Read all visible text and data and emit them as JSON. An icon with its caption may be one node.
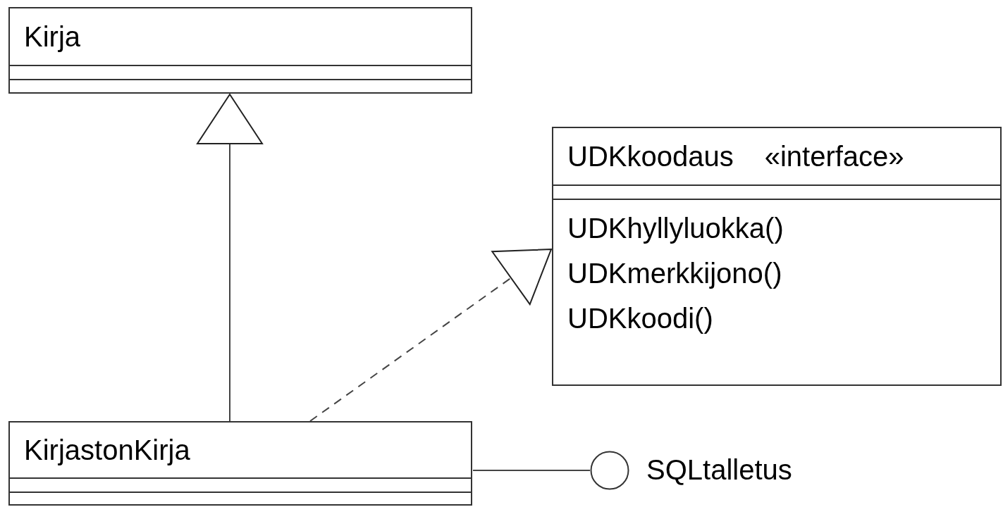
{
  "diagram": {
    "nodes": [
      {
        "text": [
          "Kirja"
        ]
      },
      {
        "text": [
          "UDKkoodaus",
          "«interface»",
          "UDKhyllyluokka()",
          "UDKmerkkijono()",
          "UDKkoodi()"
        ]
      },
      {
        "text": [
          "KirjastonKirja"
        ]
      },
      {
        "text": [],
        "shape": "circle",
        "beside": [
          "SQLtalletus"
        ]
      }
    ],
    "edges": [
      {
        "from": 2,
        "to": 0,
        "arrow": "to"
      },
      {
        "from": 2,
        "to": 1,
        "arrow": "to",
        "style": "dashed"
      },
      {
        "from": 2,
        "to": 3,
        "arrow": "none"
      }
    ]
  }
}
